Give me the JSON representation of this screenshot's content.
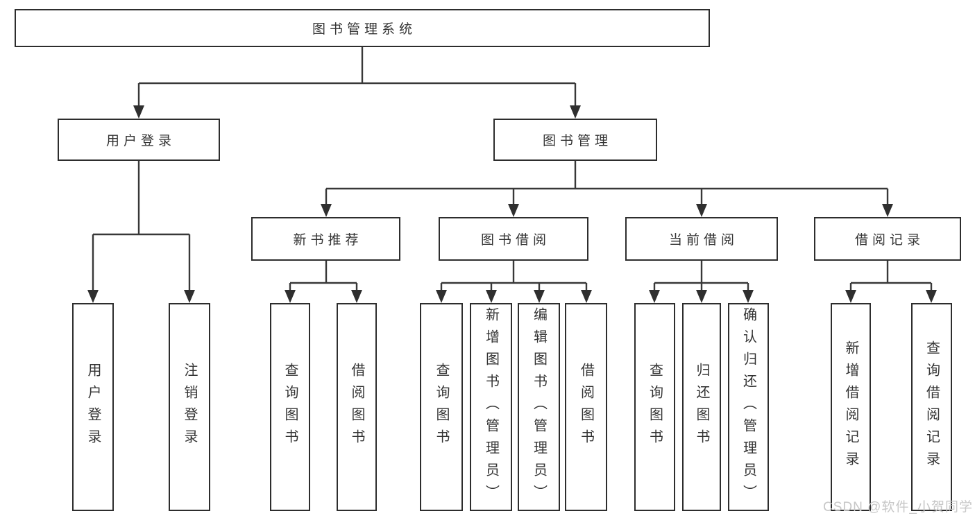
{
  "diagram": {
    "type": "hierarchy-diagram",
    "root": {
      "label": "图书管理系统"
    },
    "level2": [
      {
        "label": "用户登录"
      },
      {
        "label": "图书管理"
      }
    ],
    "level3": [
      {
        "label": "新书推荐",
        "parent": "图书管理"
      },
      {
        "label": "图书借阅",
        "parent": "图书管理"
      },
      {
        "label": "当前借阅",
        "parent": "图书管理"
      },
      {
        "label": "借阅记录",
        "parent": "图书管理"
      }
    ],
    "leaves": [
      {
        "label": "用户登录",
        "parent": "用户登录"
      },
      {
        "label": "注销登录",
        "parent": "用户登录"
      },
      {
        "label": "查询图书",
        "parent": "新书推荐"
      },
      {
        "label": "借阅图书",
        "parent": "新书推荐"
      },
      {
        "label": "查询图书",
        "parent": "图书借阅"
      },
      {
        "label": "新增图书（管理员）",
        "parent": "图书借阅"
      },
      {
        "label": "编辑图书（管理员）",
        "parent": "图书借阅"
      },
      {
        "label": "借阅图书",
        "parent": "图书借阅"
      },
      {
        "label": "查询图书",
        "parent": "当前借阅"
      },
      {
        "label": "归还图书",
        "parent": "当前借阅"
      },
      {
        "label": "确认归还（管理员）",
        "parent": "当前借阅"
      },
      {
        "label": "新增借阅记录",
        "parent": "借阅记录"
      },
      {
        "label": "查询借阅记录",
        "parent": "借阅记录"
      }
    ],
    "watermark": "CSDN @软件_小贺同学",
    "colors": {
      "line": "#383838",
      "box_border": "#2d2d2d",
      "text": "#333333",
      "watermark": "#c7c7c7",
      "background": "#ffffff"
    }
  }
}
